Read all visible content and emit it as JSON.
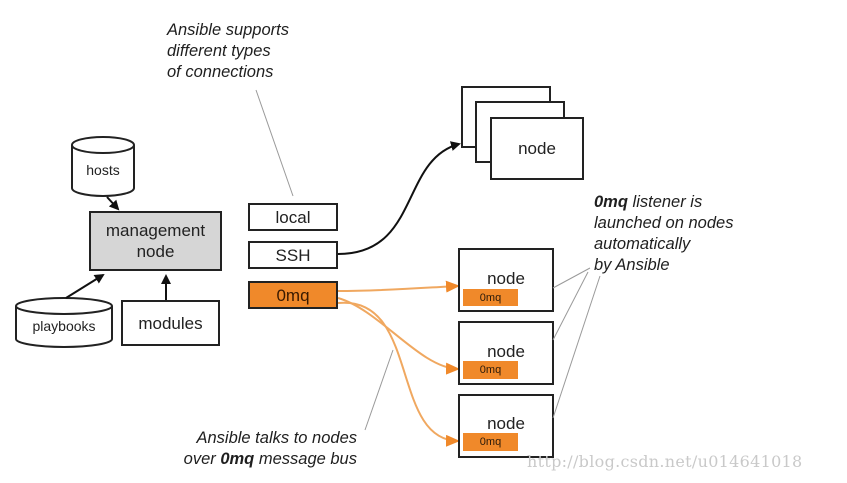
{
  "diagram": {
    "title": "Ansible connection types and 0mq message bus",
    "management": {
      "hosts": "hosts",
      "management_node": "management node",
      "playbooks": "playbooks",
      "modules": "modules"
    },
    "connections": {
      "local": "local",
      "ssh": "SSH",
      "zmq": "0mq"
    },
    "ssh_target": {
      "node_label": "node"
    },
    "zmq_nodes": [
      {
        "label": "node",
        "tag": "0mq"
      },
      {
        "label": "node",
        "tag": "0mq"
      },
      {
        "label": "node",
        "tag": "0mq"
      }
    ],
    "annotations": {
      "connections_note": [
        "Ansible supports",
        "different types",
        "of connections"
      ],
      "listener_note": {
        "bold": "0mq",
        "line1_rest": " listener is",
        "line2": "launched on nodes",
        "line3": "automatically",
        "line4": "by Ansible"
      },
      "bus_note": {
        "line1": "Ansible talks to nodes",
        "line2_pre": "over ",
        "line2_bold": "0mq",
        "line2_post": " message bus"
      }
    },
    "colors": {
      "zmq_orange": "#f0892a",
      "management_gray": "#d6d6d6",
      "leader_line": "#9a9a9a"
    },
    "watermark": "http://blog.csdn.net/u014641018"
  }
}
